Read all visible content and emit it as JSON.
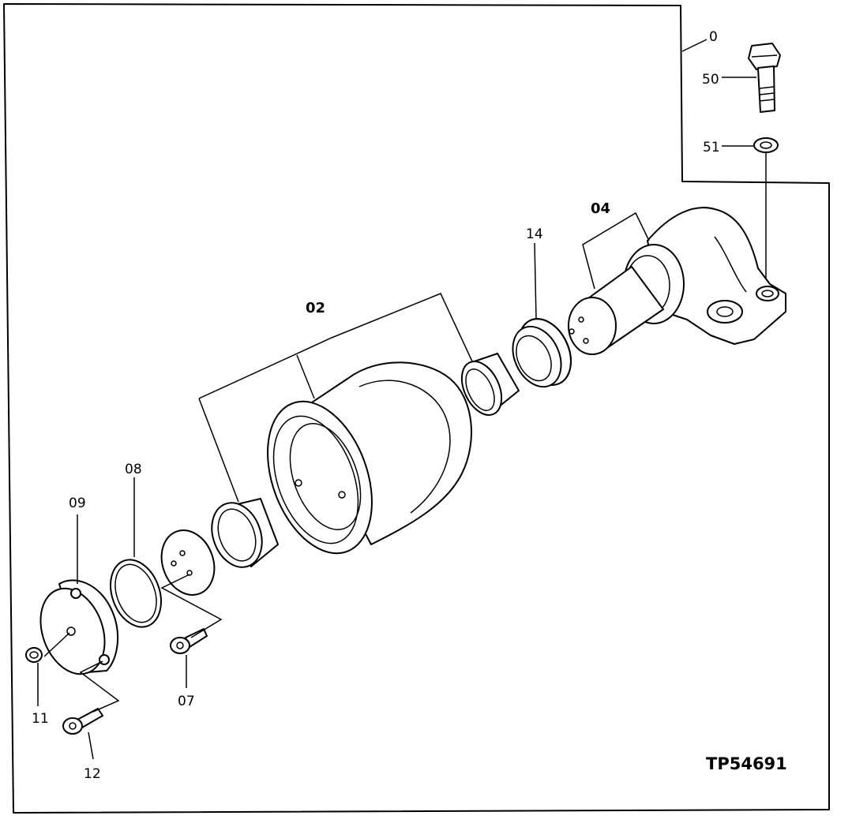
{
  "figure_id": "TP54691",
  "callouts": {
    "c0": "0",
    "c50": "50",
    "c51": "51",
    "c04": "04",
    "c14": "14",
    "c02": "02",
    "c08": "08",
    "c09": "09",
    "c07": "07",
    "c11": "11",
    "c12": "12"
  }
}
